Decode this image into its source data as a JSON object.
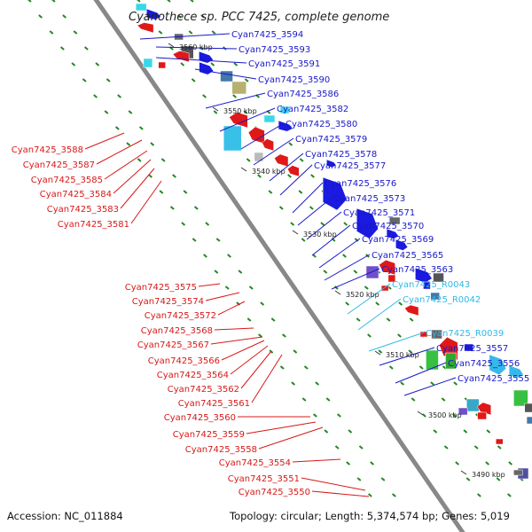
{
  "title": "Cyanothece sp. PCC 7425, complete genome",
  "footer": {
    "accession": "Accession: NC_011884",
    "topology": "Topology: circular; Length: 5,374,574 bp; Genes: 5,019"
  },
  "colors": {
    "forward_label": "#1818c8",
    "reverse_label": "#d81818",
    "rna_label": "#30b8e8",
    "backbone": "#888888",
    "tick": "#228822"
  },
  "kbp_ticks": [
    "3560 kbp",
    "3550 kbp",
    "3540 kbp",
    "3530 kbp",
    "3520 kbp",
    "3510 kbp",
    "3500 kbp",
    "3490 kbp"
  ],
  "right_labels": [
    "Cyan7425_3594",
    "Cyan7425_3593",
    "Cyan7425_3591",
    "Cyan7425_3590",
    "Cyan7425_3586",
    "Cyan7425_3582",
    "Cyan7425_3580",
    "Cyan7425_3579",
    "Cyan7425_3578",
    "Cyan7425_3577",
    "Cyan7425_3576",
    "Cyan7425_3573",
    "Cyan7425_3571",
    "Cyan7425_3570",
    "Cyan7425_3569",
    "Cyan7425_3565",
    "Cyan7425_3563",
    "Cyan7425_R0043",
    "Cyan7425_R0042",
    "Cyan7425_R0039",
    "Cyan7425_3557",
    "Cyan7425_3556",
    "Cyan7425_3555"
  ],
  "left_labels": [
    "Cyan7425_3588",
    "Cyan7425_3587",
    "Cyan7425_3585",
    "Cyan7425_3584",
    "Cyan7425_3583",
    "Cyan7425_3581",
    "Cyan7425_3575",
    "Cyan7425_3574",
    "Cyan7425_3572",
    "Cyan7425_3568",
    "Cyan7425_3567",
    "Cyan7425_3566",
    "Cyan7425_3564",
    "Cyan7425_3562",
    "Cyan7425_3561",
    "Cyan7425_3560",
    "Cyan7425_3559",
    "Cyan7425_3558",
    "Cyan7425_3554",
    "Cyan7425_3551",
    "Cyan7425_3550"
  ]
}
